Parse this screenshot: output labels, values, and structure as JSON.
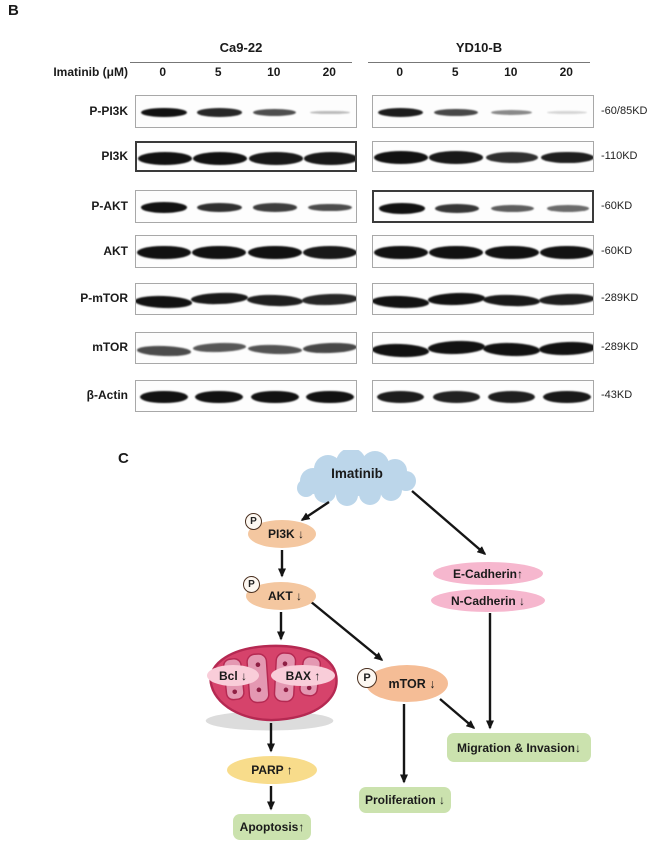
{
  "panel_b": {
    "label": "B",
    "groups": [
      {
        "name": "Ca9-22"
      },
      {
        "name": "YD10-B"
      }
    ],
    "dose_label": "Imatinib (μM)",
    "doses": [
      "0",
      "5",
      "10",
      "20"
    ],
    "rows": [
      {
        "protein": "P-PI3K",
        "mw": "-60/85KD",
        "left": [
          1.0,
          0.85,
          0.6,
          0.12
        ],
        "right": [
          0.92,
          0.65,
          0.3,
          0.05
        ]
      },
      {
        "protein": "PI3K",
        "mw": "-110KD",
        "left": [
          1.0,
          1.0,
          0.95,
          0.95
        ],
        "right": [
          1.0,
          0.95,
          0.8,
          0.9
        ]
      },
      {
        "protein": "P-AKT",
        "mw": "-60KD",
        "left": [
          1.0,
          0.8,
          0.7,
          0.62
        ],
        "right": [
          1.0,
          0.75,
          0.52,
          0.45
        ]
      },
      {
        "protein": "AKT",
        "mw": "-60KD",
        "left": [
          1.0,
          1.0,
          1.0,
          0.95
        ],
        "right": [
          1.0,
          1.0,
          1.0,
          1.0
        ]
      },
      {
        "protein": "P-mTOR",
        "mw": "-289KD",
        "left": [
          1.0,
          0.95,
          0.9,
          0.85
        ],
        "right": [
          1.0,
          1.0,
          0.95,
          0.9
        ]
      },
      {
        "protein": "mTOR",
        "mw": "-289KD",
        "left": [
          0.62,
          0.55,
          0.58,
          0.65
        ],
        "right": [
          1.0,
          1.0,
          1.0,
          1.0
        ]
      },
      {
        "protein": "β-Actin",
        "mw": "-43KD",
        "left": [
          1.0,
          1.0,
          1.0,
          1.0
        ],
        "right": [
          0.92,
          0.88,
          0.9,
          0.95
        ]
      }
    ]
  },
  "panel_c": {
    "label": "C",
    "nodes": {
      "imatinib": {
        "label": "Imatinib",
        "color": "#bcd6ea"
      },
      "pi3k": {
        "label": "PI3K ↓",
        "p": "P",
        "color": "#f4c7a0"
      },
      "akt": {
        "label": "AKT ↓",
        "p": "P",
        "color": "#f4c7a0"
      },
      "bcl": {
        "label": "Bcl ↓",
        "color": "#f9cdd9"
      },
      "bax": {
        "label": "BAX ↑",
        "color": "#f9cdd9"
      },
      "mtor": {
        "label": "mTOR ↓",
        "p": "P",
        "color": "#f5bd96"
      },
      "ecadherin": {
        "label": "E-Cadherin↑",
        "color": "#f6b7ce"
      },
      "ncadherin": {
        "label": "N-Cadherin ↓",
        "color": "#f6b7ce"
      },
      "parp": {
        "label": "PARP ↑",
        "color": "#f8dc8b"
      },
      "apoptosis": {
        "label": "Apoptosis↑",
        "color": "#cbe2ae"
      },
      "proliferation": {
        "label": "Proliferation ↓",
        "color": "#cbe2ae"
      },
      "migration": {
        "label": "Migration & Invasion↓",
        "color": "#cbe2ae"
      }
    },
    "mitochondria_colors": {
      "outer": "#d6436b",
      "rim": "#b52952",
      "cristae": "#e498b2",
      "dots": "#8f1f44",
      "shadow": "#dcdcdc"
    }
  }
}
